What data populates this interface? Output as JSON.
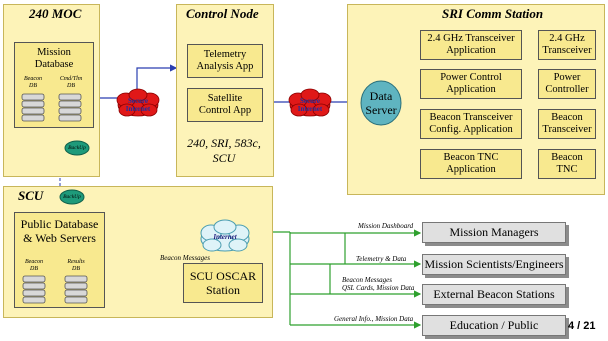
{
  "panels": {
    "moc": {
      "title": "240 MOC"
    },
    "control": {
      "title": "Control Node"
    },
    "sri": {
      "title": "SRI Comm Station"
    },
    "scu": {
      "title": "SCU"
    }
  },
  "moc": {
    "mission_db": "Mission\nDatabase",
    "beacon_db": "Beacon\nDB",
    "cmd_db": "Cmd/Tlm\nDB",
    "backup": "BackUp"
  },
  "control": {
    "telemetry_app": "Telemetry\nAnalysis App",
    "sat_control_app": "Satellite\nControl App",
    "sites": "240, SRI, 583c,\nSCU"
  },
  "sri": {
    "data_server": "Data\nServer",
    "apps": [
      "2.4 GHz Transceiver\nApplication",
      "Power Control\nApplication",
      "Beacon Transceiver\nConfig. Application",
      "Beacon TNC\nApplication"
    ],
    "devices": [
      "2.4 GHz\nTransceiver",
      "Power\nController",
      "Beacon\nTransceiver",
      "Beacon\nTNC"
    ]
  },
  "scu": {
    "public_db": "Public Database\n& Web Servers",
    "beacon_db": "Beacon\nDB",
    "results_db": "Results\nDB",
    "backup": "BackUp",
    "oscar": "SCU OSCAR\nStation",
    "beacon_messages": "Beacon Messages"
  },
  "clouds": {
    "secure1": "Secure\nInternet",
    "secure2": "Secure\nInternet",
    "internet": "Internet"
  },
  "audiences": [
    {
      "label": "Mission Managers",
      "channel": "Mission Dashboard"
    },
    {
      "label": "Mission Scientists/Engineers",
      "channel": "Telemetry & Data"
    },
    {
      "label": "External Beacon Stations",
      "channel": "Beacon Messages\nQSL Cards, Mission Data"
    },
    {
      "label": "Education / Public",
      "channel": "General Info., Mission Data"
    }
  ],
  "page_number": "4 / 21"
}
